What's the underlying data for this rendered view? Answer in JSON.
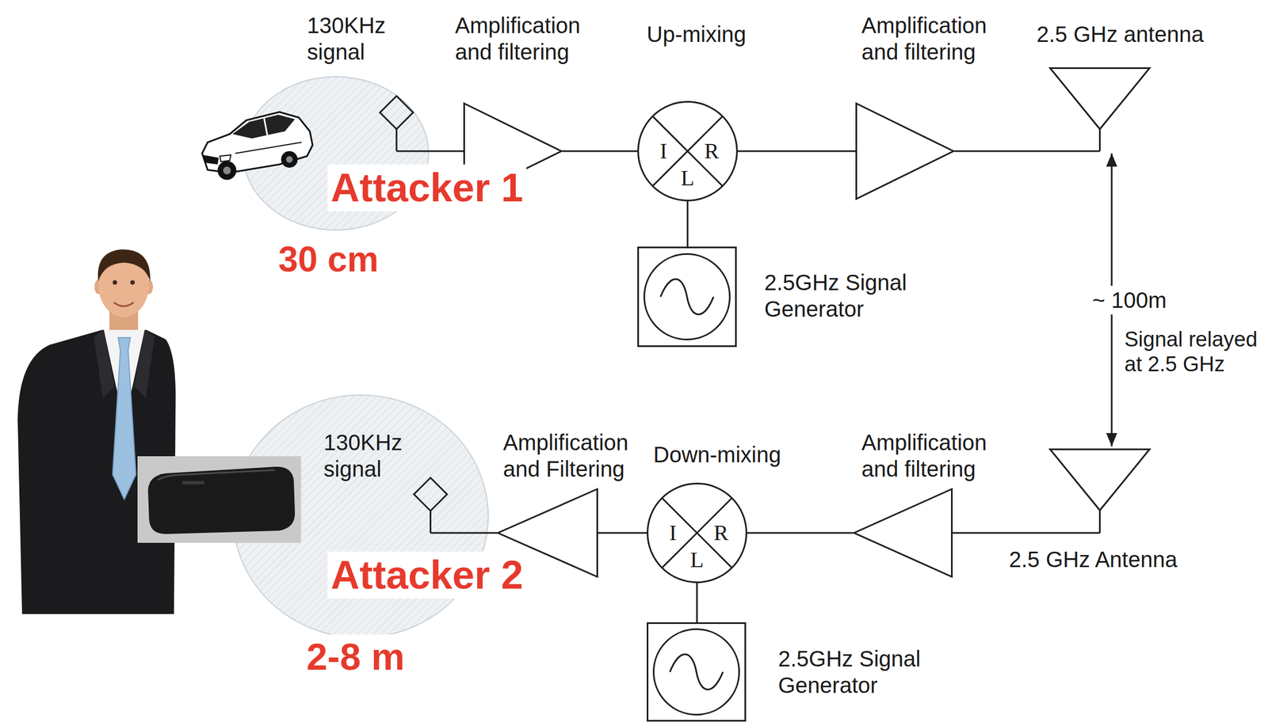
{
  "diagram": {
    "nodes": [
      {
        "text": [
          "130KHz signal"
        ]
      },
      {
        "text": [
          "Amplification and filtering"
        ]
      },
      {
        "text": [
          "Up-mixing",
          "I",
          "R",
          "L"
        ]
      },
      {
        "text": [
          "2.5GHz Signal Generator"
        ]
      },
      {
        "text": [
          "Amplification and filtering"
        ]
      },
      {
        "text": [
          "2.5 GHz antenna"
        ]
      },
      {
        "text": [
          "2.5 GHz Antenna"
        ]
      },
      {
        "text": [
          "Amplification and filtering"
        ]
      },
      {
        "text": [
          "Down-mixing",
          "I",
          "R",
          "L"
        ]
      },
      {
        "text": [
          "2.5GHz Signal Generator"
        ]
      },
      {
        "text": [
          "Amplification and Filtering"
        ]
      },
      {
        "text": [
          "130KHz signal"
        ]
      }
    ],
    "edges": [
      {
        "from": 0,
        "to": 1,
        "arrow": "none"
      },
      {
        "from": 1,
        "to": 2,
        "arrow": "none"
      },
      {
        "from": 2,
        "to": 4,
        "arrow": "none"
      },
      {
        "from": 3,
        "to": 2,
        "arrow": "none"
      },
      {
        "from": 4,
        "to": 5,
        "arrow": "none"
      },
      {
        "from": 5,
        "to": 6,
        "label": "~ 100m",
        "arrow": "both"
      },
      {
        "from": 6,
        "to": 7,
        "arrow": "none"
      },
      {
        "from": 7,
        "to": 8,
        "arrow": "none"
      },
      {
        "from": 8,
        "to": 10,
        "arrow": "none"
      },
      {
        "from": 9,
        "to": 8,
        "arrow": "none"
      },
      {
        "from": 10,
        "to": 11,
        "arrow": "none"
      }
    ],
    "labels": [
      "Attacker 1",
      "30 cm",
      "Signal relayed at 2.5 GHz",
      "Attacker 2",
      "2-8 m"
    ]
  }
}
